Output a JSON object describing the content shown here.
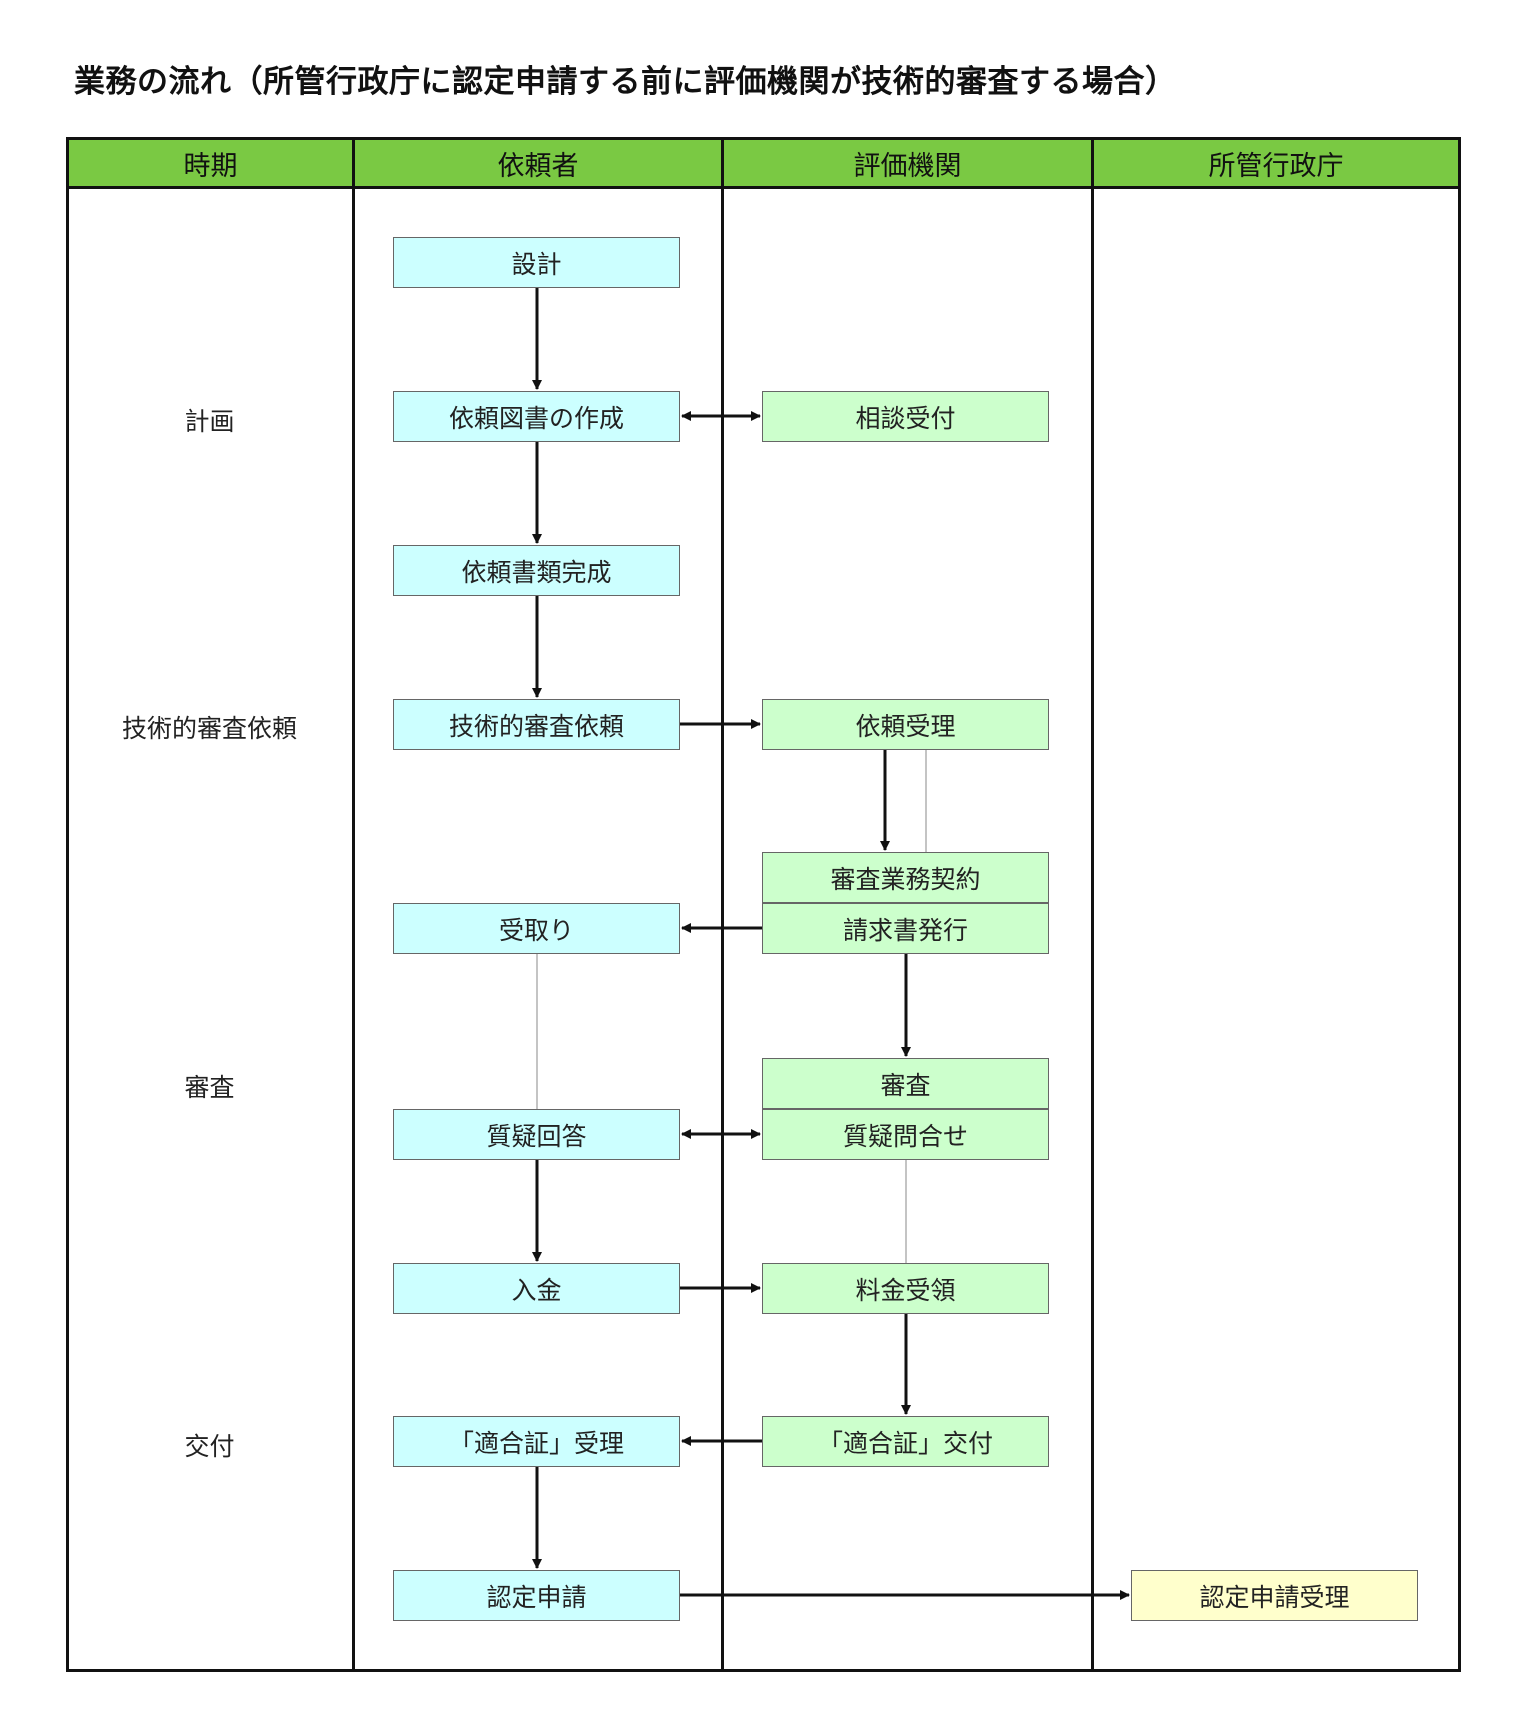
{
  "title": "業務の流れ（所管行政庁に認定申請する前に評価機関が技術的審査する場合）",
  "headers": {
    "period": "時期",
    "requester": "依頼者",
    "evaluator": "評価機関",
    "authority": "所管行政庁"
  },
  "periods": {
    "planning": "計画",
    "request": "技術的審査依頼",
    "review": "審査",
    "issue": "交付"
  },
  "requester": {
    "design": "設計",
    "create_docs": "依頼図書の作成",
    "docs_complete": "依頼書類完成",
    "tech_request": "技術的審査依頼",
    "receive": "受取り",
    "answer": "質疑回答",
    "payment": "入金",
    "cert_receive": "「適合証」受理",
    "apply": "認定申請"
  },
  "evaluator": {
    "consult": "相談受付",
    "accept": "依頼受理",
    "contract": "審査業務契約",
    "invoice": "請求書発行",
    "review": "審査",
    "inquiry": "質疑問合せ",
    "fee": "料金受領",
    "cert_issue": "「適合証」交付"
  },
  "authority": {
    "apply_accept": "認定申請受理"
  },
  "colors": {
    "header": "#7ac943",
    "requester_box": "#ccffff",
    "evaluator_box": "#ccffcc",
    "authority_box": "#ffffcc"
  }
}
